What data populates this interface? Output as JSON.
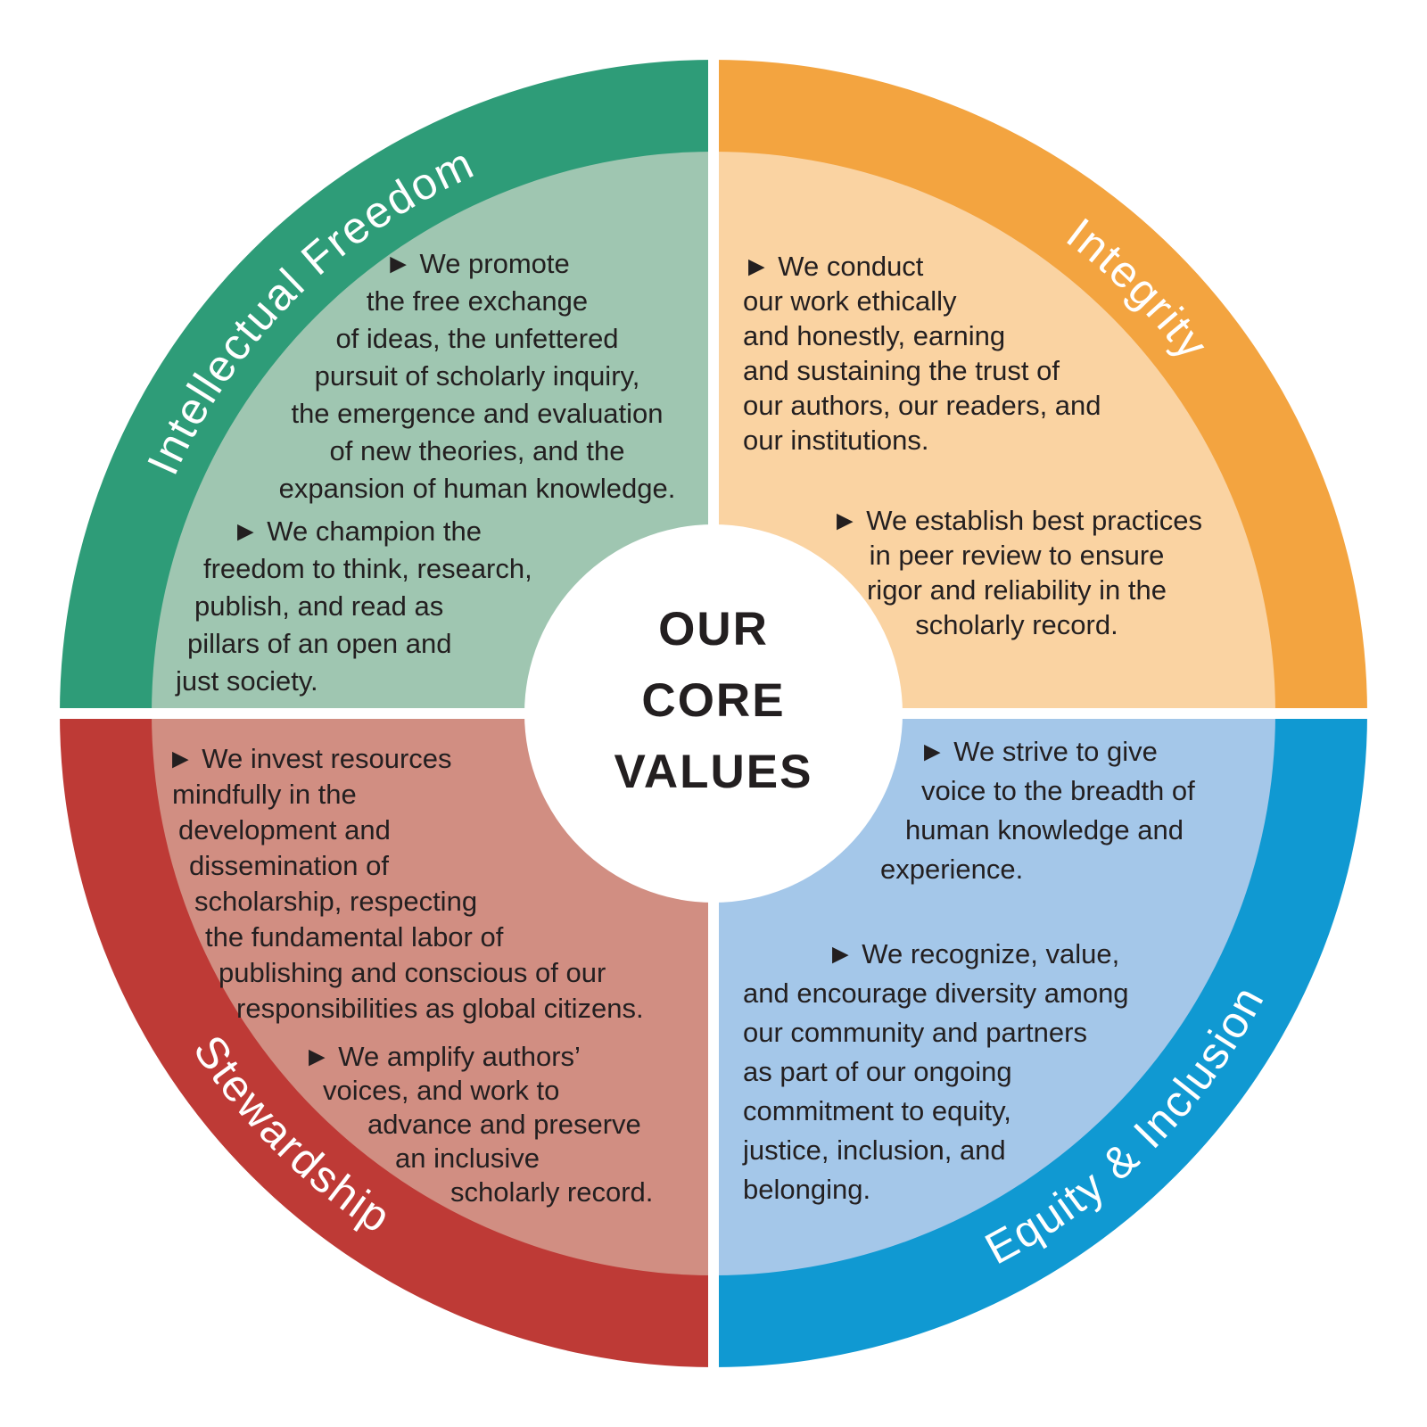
{
  "style": {
    "background_color": "#FFFFFF",
    "body_text_color": "#231F20",
    "ring_label_text_color": "#FFFFFF"
  },
  "title": {
    "lines": [
      "OUR",
      "CORE",
      "VALUES"
    ]
  },
  "quadrants": {
    "intellectual_freedom": {
      "label": "Intellectual Freedom",
      "ring_color": "#2E9C78",
      "fill_color": "#9FC6B1",
      "bullet1_lines": [
        "► We promote",
        "the free exchange",
        "of ideas, the unfettered",
        "pursuit of scholarly inquiry,",
        "the emergence and evaluation",
        "of new theories, and the",
        "expansion of human knowledge."
      ],
      "bullet2_lines": [
        "► We champion the",
        "freedom to think, research,",
        "publish, and read as",
        "pillars of an open and",
        "just society."
      ]
    },
    "integrity": {
      "label": "Integrity",
      "ring_color": "#F3A440",
      "fill_color": "#FAD3A2",
      "bullet1_lines": [
        "► We conduct",
        "our work ethically",
        "and honestly, earning",
        "and sustaining the trust of",
        "our authors, our readers, and",
        "our institutions."
      ],
      "bullet2_lines": [
        "► We establish best practices",
        "in peer review to ensure",
        "rigor and reliability in the",
        "scholarly record."
      ]
    },
    "stewardship": {
      "label": "Stewardship",
      "ring_color": "#BE3A36",
      "fill_color": "#D18E82",
      "bullet1_lines": [
        "► We invest resources",
        "mindfully in the",
        "development and",
        "dissemination of",
        "scholarship, respecting",
        "the fundamental labor of",
        "publishing and conscious of our",
        "responsibilities as global citizens."
      ],
      "bullet2_lines": [
        "► We amplify authors’",
        "voices, and work to",
        "advance and preserve",
        "an inclusive",
        "scholarly record."
      ]
    },
    "equity_inclusion": {
      "label": "Equity & Inclusion",
      "ring_color": "#1099D2",
      "fill_color": "#A4C7E9",
      "bullet1_lines": [
        "► We strive to give",
        "voice to the breadth of",
        "human knowledge and",
        "experience."
      ],
      "bullet2_lines": [
        "► We recognize, value,",
        "and encourage diversity among",
        "our community and partners",
        "as part of our ongoing",
        "commitment to equity,",
        "justice, inclusion, and",
        "belonging."
      ]
    }
  }
}
